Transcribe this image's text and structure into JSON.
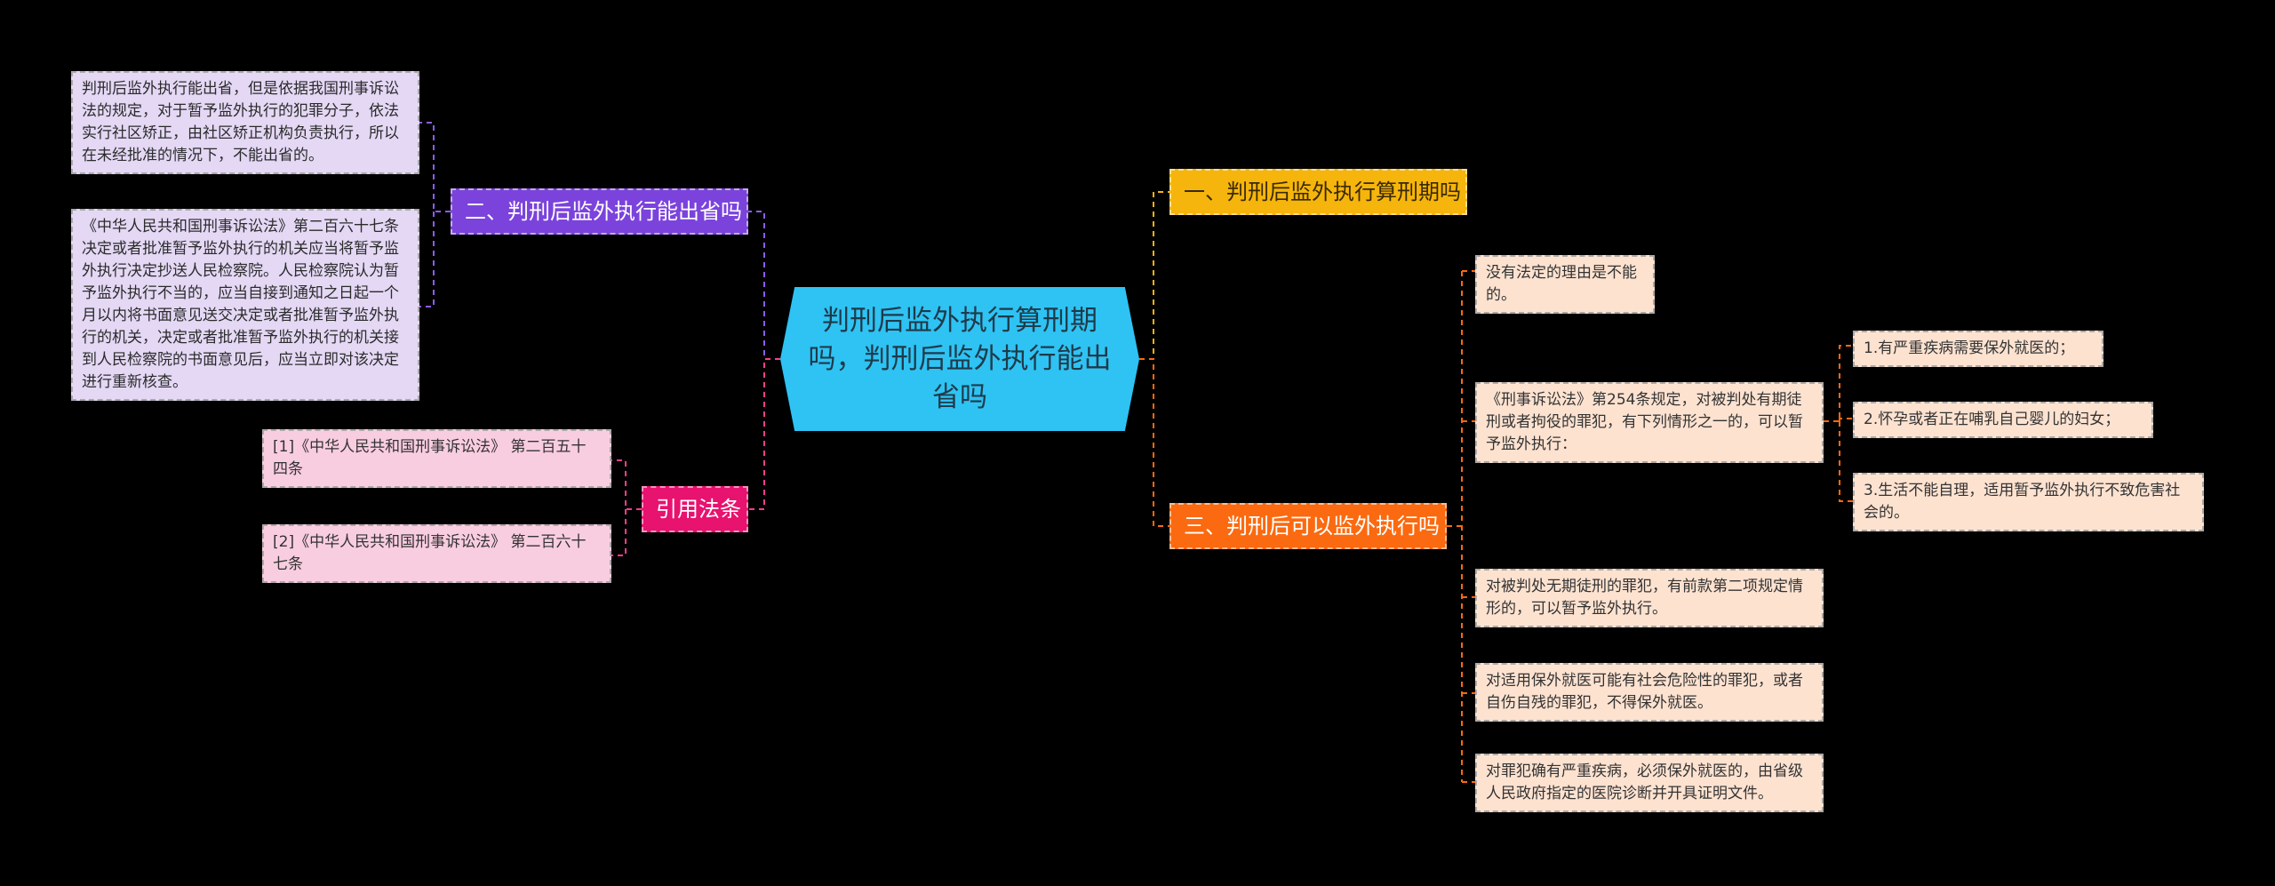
{
  "colors": {
    "center": "#2ec3f3",
    "purple": "#7b43dc",
    "pink": "#e8126f",
    "yellow": "#f6b50c",
    "orange": "#fb6a10"
  },
  "center": {
    "text": "判刑后监外执行算刑期吗，判刑后监外执行能出省吗"
  },
  "left": {
    "branch1": {
      "label": "二、判刑后监外执行能出省吗",
      "leaves": [
        "判刑后监外执行能出省，但是依据我国刑事诉讼法的规定，对于暂予监外执行的犯罪分子，依法实行社区矫正，由社区矫正机构负责执行，所以在未经批准的情况下，不能出省的。",
        "《中华人民共和国刑事诉讼法》第二百六十七条 决定或者批准暂予监外执行的机关应当将暂予监外执行决定抄送人民检察院。人民检察院认为暂予监外执行不当的，应当自接到通知之日起一个月以内将书面意见送交决定或者批准暂予监外执行的机关，决定或者批准暂予监外执行的机关接到人民检察院的书面意见后，应当立即对该决定进行重新核查。"
      ]
    },
    "branch2": {
      "label": "引用法条",
      "leaves": [
        "[1]《中华人民共和国刑事诉讼法》 第二百五十四条",
        "[2]《中华人民共和国刑事诉讼法》 第二百六十七条"
      ]
    }
  },
  "right": {
    "branch1": {
      "label": "一、判刑后监外执行算刑期吗"
    },
    "branch2": {
      "label": "三、判刑后可以监外执行吗",
      "leaves": [
        "没有法定的理由是不能的。",
        "《刑事诉讼法》第254条规定，对被判处有期徒刑或者拘役的罪犯，有下列情形之一的，可以暂予监外执行：",
        "对被判处无期徒刑的罪犯，有前款第二项规定情形的，可以暂予监外执行。",
        "对适用保外就医可能有社会危险性的罪犯，或者自伤自残的罪犯，不得保外就医。",
        "对罪犯确有严重疾病，必须保外就医的，由省级人民政府指定的医院诊断并开具证明文件。"
      ],
      "subleaves": [
        "1.有严重疾病需要保外就医的；",
        "2.怀孕或者正在哺乳自己婴儿的妇女；",
        "3.生活不能自理，适用暂予监外执行不致危害社会的。"
      ]
    }
  }
}
